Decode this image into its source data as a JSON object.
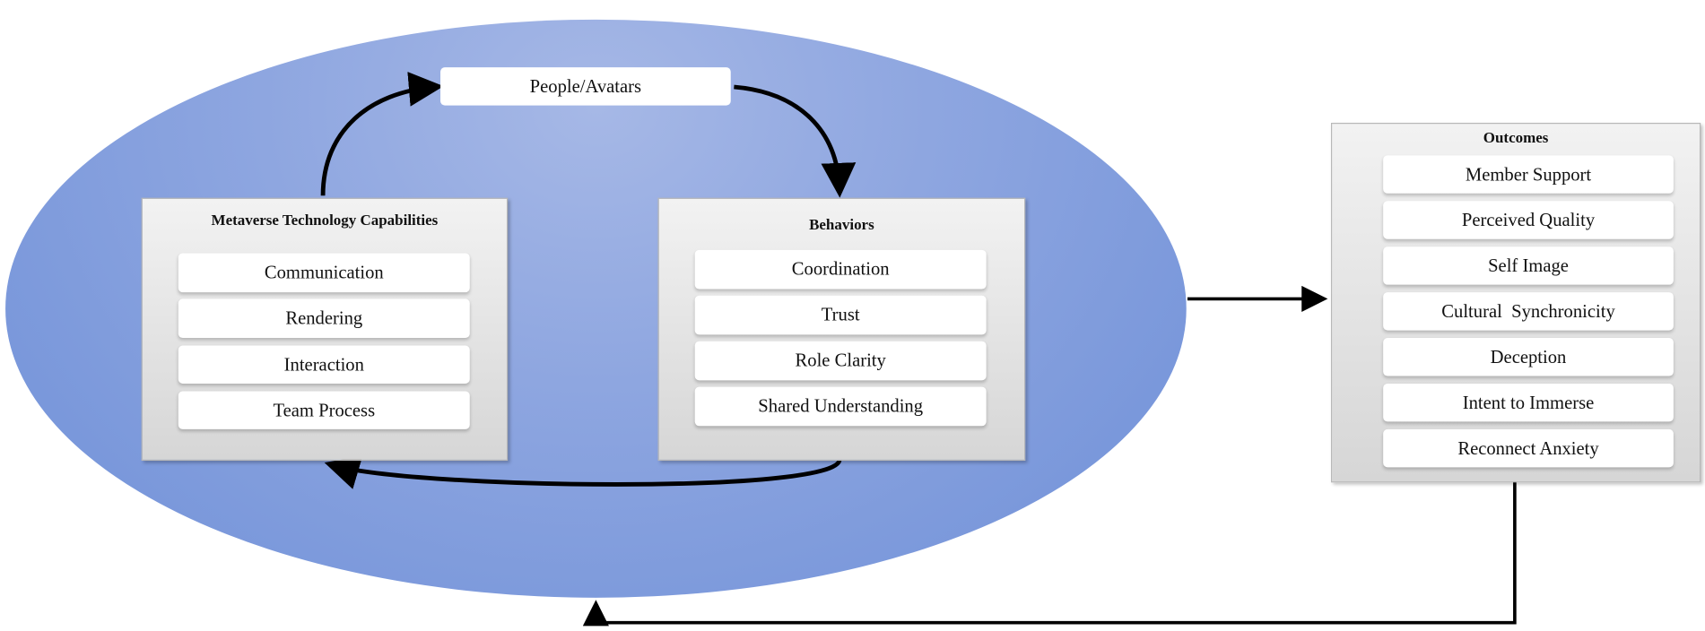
{
  "people": "People/Avatars",
  "capabilities": {
    "title": "Metaverse Technology Capabilities",
    "items": [
      "Communication",
      "Rendering",
      "Interaction",
      "Team Process"
    ]
  },
  "behaviors": {
    "title": "Behaviors",
    "items": [
      "Coordination",
      "Trust",
      "Role Clarity",
      "Shared Understanding"
    ]
  },
  "outcomes": {
    "title": "Outcomes",
    "items": [
      "Member Support",
      "Perceived Quality",
      "Self Image",
      "Cultural  Synchronicity",
      "Deception",
      "Intent to Immerse",
      "Reconnect Anxiety"
    ]
  },
  "colors": {
    "ellipse": "#8ea6e0",
    "arrow": "#000000"
  }
}
